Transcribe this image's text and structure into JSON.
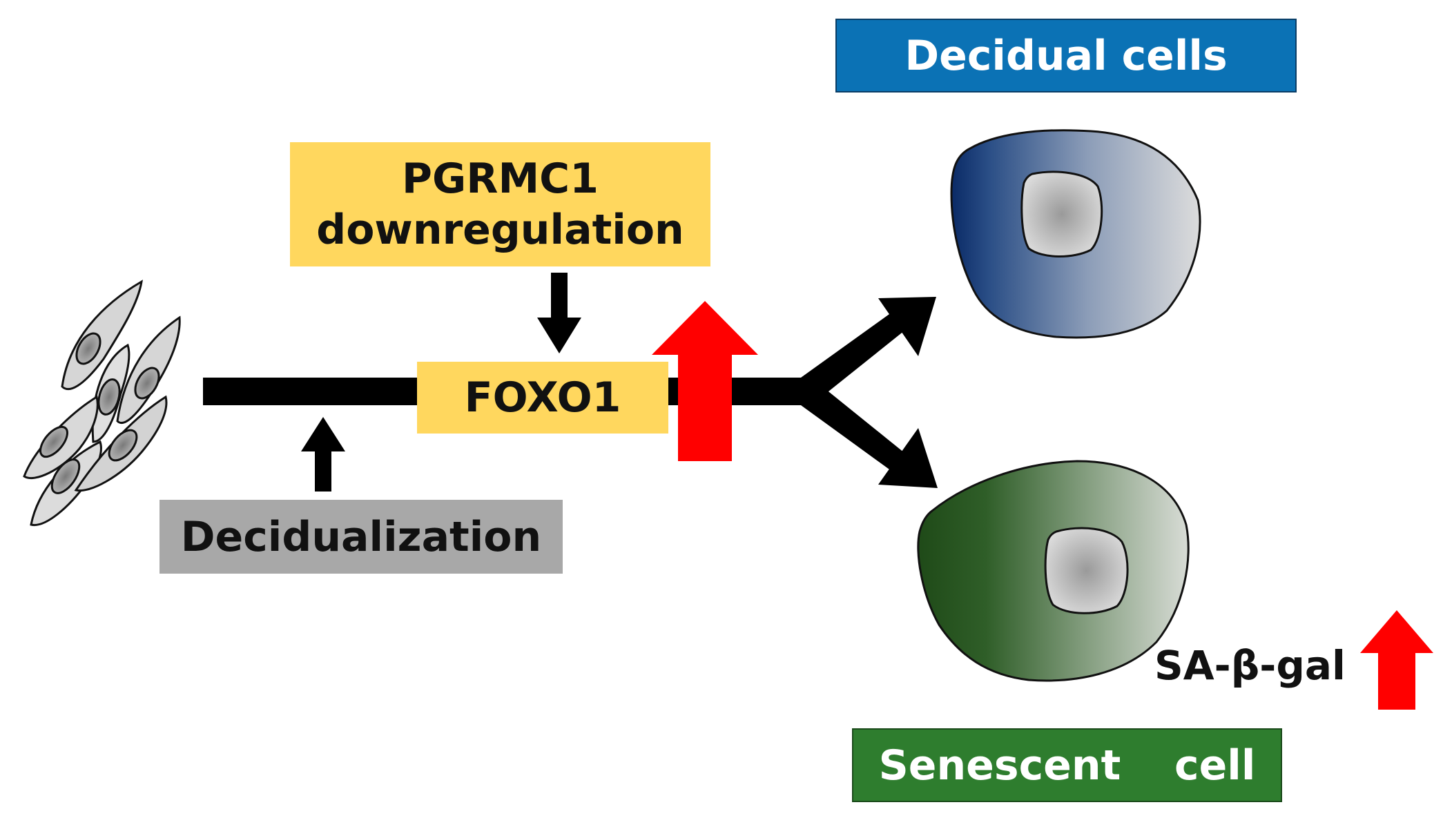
{
  "boxes": {
    "pgrmc1_line1": "PGRMC1",
    "pgrmc1_line2": "downregulation",
    "foxo1": "FOXO1",
    "decidualization": "Decidualization",
    "decidual_cells": "Decidual cells",
    "senescent_cell": "Senescent  cell"
  },
  "markers": {
    "sa_beta_gal": "SA-β-gal"
  },
  "colors": {
    "label_yellow": "#FFD75E",
    "label_gray": "#A8A8A8",
    "decidual_blue": "#0B72B5",
    "senescent_green": "#2E7D2E",
    "up_arrow_red": "#FF0000",
    "pathway_black": "#000000"
  },
  "icons": [
    "fibroblast-cluster-icon",
    "decidual-cell-icon",
    "senescent-cell-icon",
    "up-arrow-icon"
  ]
}
